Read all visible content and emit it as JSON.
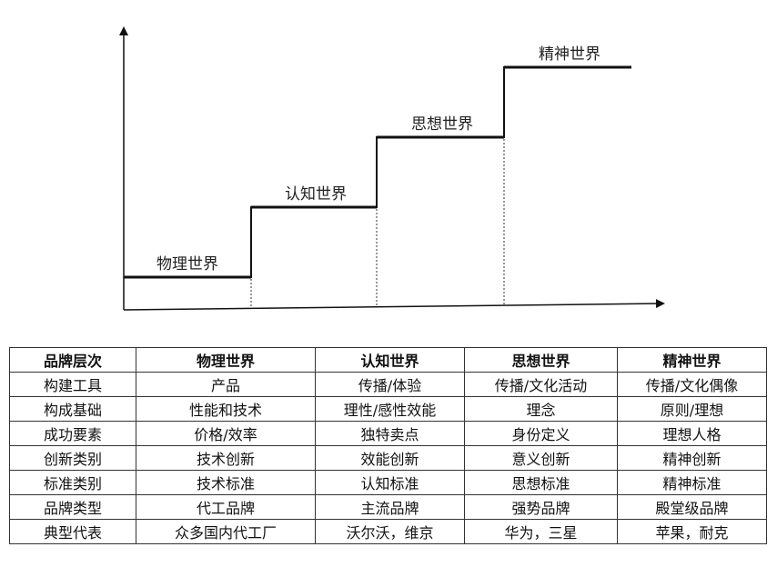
{
  "diagram": {
    "steps": [
      {
        "label": "物理世界",
        "level": 1
      },
      {
        "label": "认知世界",
        "level": 2
      },
      {
        "label": "思想世界",
        "level": 3
      },
      {
        "label": "精神世界",
        "level": 4
      }
    ]
  },
  "table": {
    "headers": [
      "品牌层次",
      "物理世界",
      "认知世界",
      "思想世界",
      "精神世界"
    ],
    "rows": [
      [
        "构建工具",
        "产品",
        "传播/体验",
        "传播/文化活动",
        "传播/文化偶像"
      ],
      [
        "构成基础",
        "性能和技术",
        "理性/感性效能",
        "理念",
        "原则/理想"
      ],
      [
        "成功要素",
        "价格/效率",
        "独特卖点",
        "身份定义",
        "理想人格"
      ],
      [
        "创新类别",
        "技术创新",
        "效能创新",
        "意义创新",
        "精神创新"
      ],
      [
        "标准类别",
        "技术标准",
        "认知标准",
        "思想标准",
        "精神标准"
      ],
      [
        "品牌类型",
        "代工品牌",
        "主流品牌",
        "强势品牌",
        "殿堂级品牌"
      ],
      [
        "典型代表",
        "众多国内代工厂",
        "沃尔沃，维京",
        "华为，三星",
        "苹果，耐克"
      ]
    ]
  }
}
